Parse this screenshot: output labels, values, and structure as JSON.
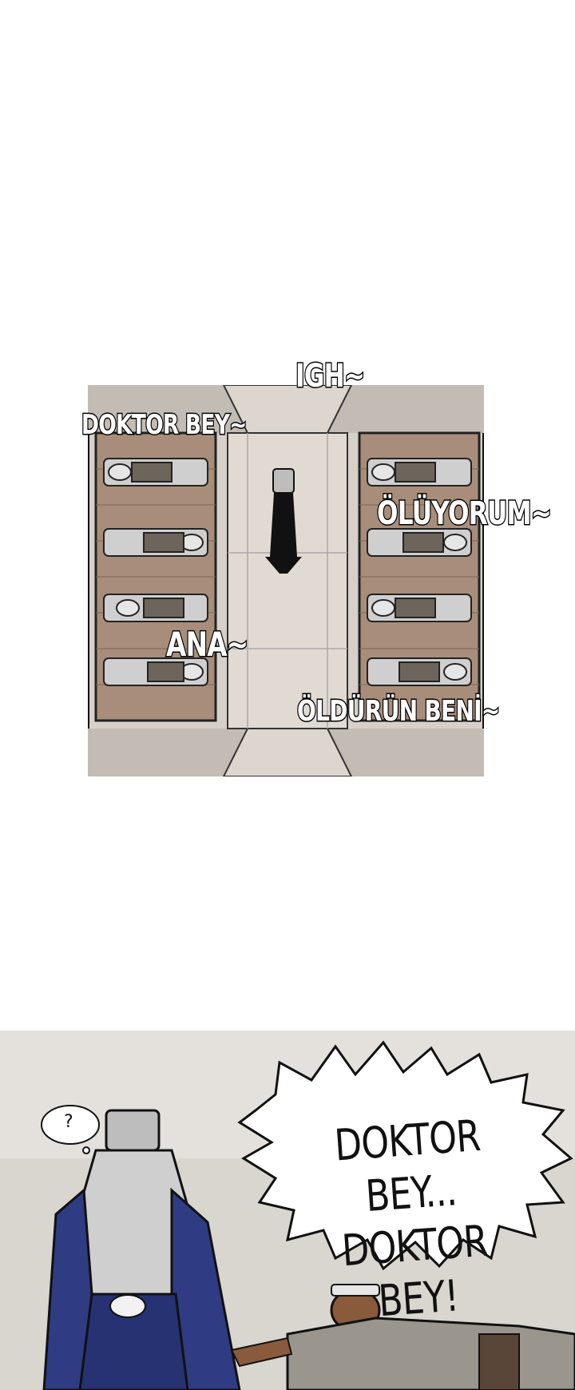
{
  "panel1": {
    "sfx": [
      {
        "id": "igh",
        "text": "IGH~"
      },
      {
        "id": "doktor-bey",
        "text": "DOKTOR BEY~"
      },
      {
        "id": "oluyorum",
        "text": "ÖLÜYORUM~"
      },
      {
        "id": "ana",
        "text": "ANA~"
      },
      {
        "id": "oldurun-beni",
        "text": "ÖLDÜRÜN BENİ~"
      }
    ]
  },
  "panel2": {
    "thought_bubble": "?",
    "speech_bubble": {
      "line1": "DOKTOR BEY...",
      "line2": "DOKTOR BEY!"
    }
  },
  "colors": {
    "floor": "#ccc5bd",
    "brick": "#a88e7a",
    "robe": "#2f3b82",
    "ink": "#111111"
  }
}
